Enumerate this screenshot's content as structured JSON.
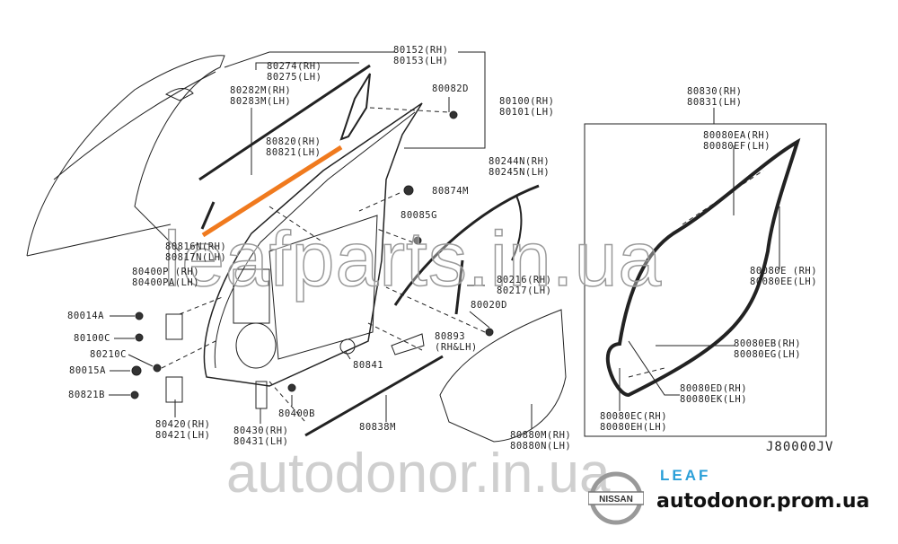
{
  "labels": {
    "l80152": [
      "80152(RH)",
      "80153(LH)"
    ],
    "l80274": [
      "80274(RH)",
      "80275(LH)"
    ],
    "l80282": [
      "80282M(RH)",
      "80283M(LH)"
    ],
    "l80082": [
      "80082D"
    ],
    "l80100": [
      "80100(RH)",
      "80101(LH)"
    ],
    "l80820": [
      "80820(RH)",
      "80821(LH)"
    ],
    "l80244": [
      "80244N(RH)",
      "80245N(LH)"
    ],
    "l80874": [
      "80874M"
    ],
    "l80085": [
      "80085G"
    ],
    "l80816": [
      "80816N(RH)",
      "80817N(LH)"
    ],
    "l80400p": [
      "80400P (RH)",
      "80400PA(LH)"
    ],
    "l80216": [
      "80216(RH)",
      "80217(LH)"
    ],
    "l80020": [
      "80020D"
    ],
    "l80014": [
      "80014A"
    ],
    "l80100c": [
      "80100C"
    ],
    "l80893": [
      "80893",
      "(RH&LH)"
    ],
    "l80210": [
      "80210C"
    ],
    "l80841": [
      "80841"
    ],
    "l80015": [
      "80015A"
    ],
    "l80821b": [
      "80821B"
    ],
    "l80400b": [
      "80400B"
    ],
    "l80838": [
      "80838M"
    ],
    "l80420": [
      "80420(RH)",
      "80421(LH)"
    ],
    "l80430": [
      "80430(RH)",
      "80431(LH)"
    ],
    "l80880": [
      "80880M(RH)",
      "80880N(LH)"
    ],
    "l80830": [
      "80830(RH)",
      "80831(LH)"
    ],
    "l80080ea": [
      "80080EA(RH)",
      "80080EF(LH)"
    ],
    "l80080e": [
      "80080E (RH)",
      "80080EE(LH)"
    ],
    "l80080eb": [
      "80080EB(RH)",
      "80080EG(LH)"
    ],
    "l80080ed": [
      "80080ED(RH)",
      "80080EK(LH)"
    ],
    "l80080ec": [
      "80080EC(RH)",
      "80080EH(LH)"
    ]
  },
  "diagram_code": "J80000JV",
  "watermark_top": "leafparts.in.ua",
  "watermark_bottom": "autodonor.in.ua",
  "brand": {
    "logo_text": "NISSAN",
    "model": "LEAF",
    "site": "autodonor.prom.ua"
  },
  "colors": {
    "highlight": "#f07a1e",
    "leaf_blue": "#2a9fd8"
  }
}
